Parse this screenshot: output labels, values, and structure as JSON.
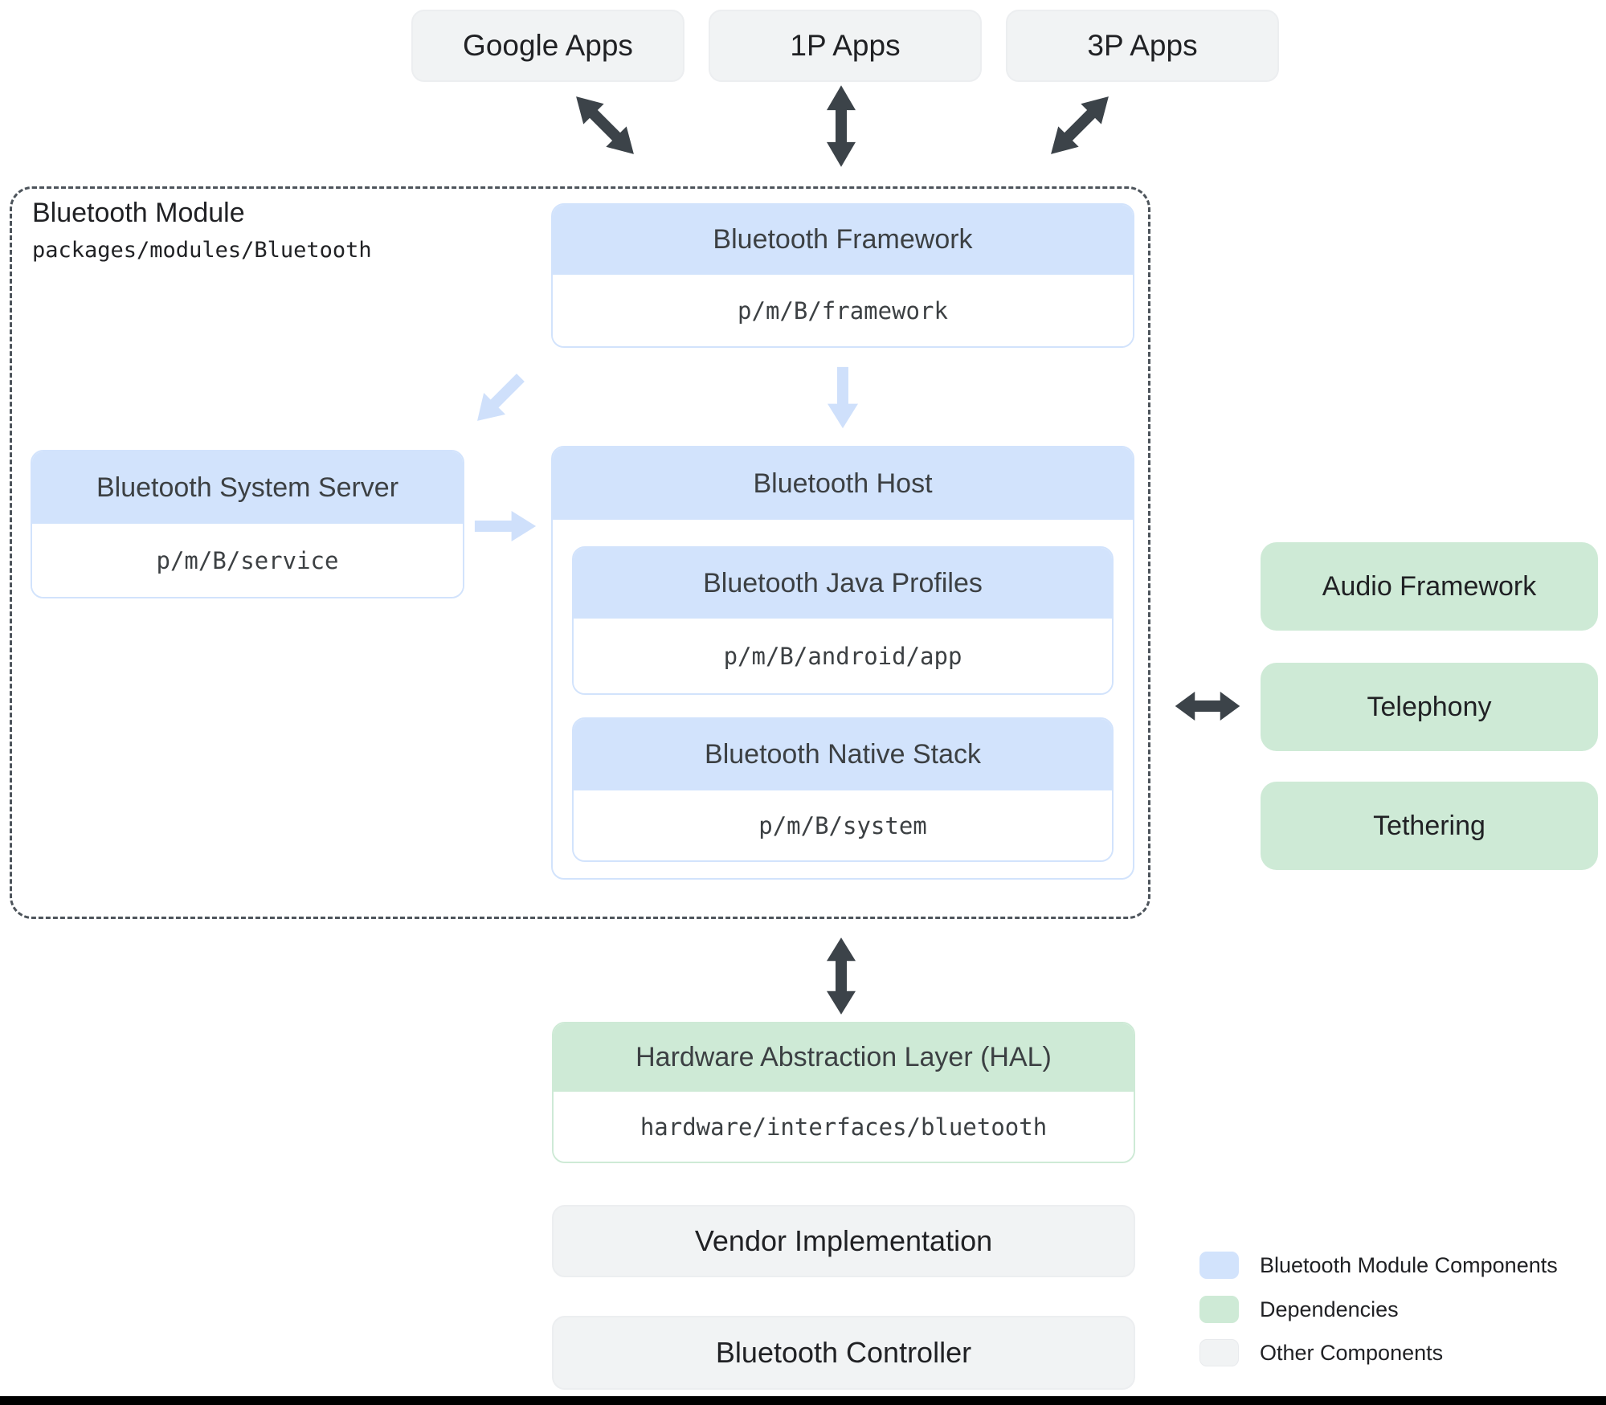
{
  "top_apps": {
    "items": [
      {
        "label": "Google Apps"
      },
      {
        "label": "1P Apps"
      },
      {
        "label": "3P Apps"
      }
    ]
  },
  "bluetooth_module": {
    "title": "Bluetooth Module",
    "path": "packages/modules/Bluetooth",
    "framework": {
      "title": "Bluetooth Framework",
      "path": "p/m/B/framework"
    },
    "system_server": {
      "title": "Bluetooth System Server",
      "path": "p/m/B/service"
    },
    "host": {
      "title": "Bluetooth Host",
      "children": [
        {
          "title": "Bluetooth Java Profiles",
          "path": "p/m/B/android/app"
        },
        {
          "title": "Bluetooth Native Stack",
          "path": "p/m/B/system"
        }
      ]
    }
  },
  "dependencies": {
    "items": [
      {
        "label": "Audio Framework"
      },
      {
        "label": "Telephony"
      },
      {
        "label": "Tethering"
      }
    ]
  },
  "hal": {
    "title": "Hardware Abstraction Layer (HAL)",
    "path": "hardware/interfaces/bluetooth"
  },
  "other_components": {
    "items": [
      {
        "label": "Vendor Implementation"
      },
      {
        "label": "Bluetooth Controller"
      }
    ]
  },
  "legend": {
    "items": [
      {
        "label": "Bluetooth Module Components",
        "color": "#d2e3fc"
      },
      {
        "label": "Dependencies",
        "color": "#ceead6"
      },
      {
        "label": "Other Components",
        "color": "#f1f3f4"
      }
    ]
  },
  "colors": {
    "module_component": "#d2e3fc",
    "dependency": "#ceead6",
    "other_component": "#f1f3f4",
    "dark_arrow": "#3c4349",
    "light_arrow": "#cfe0fb"
  }
}
